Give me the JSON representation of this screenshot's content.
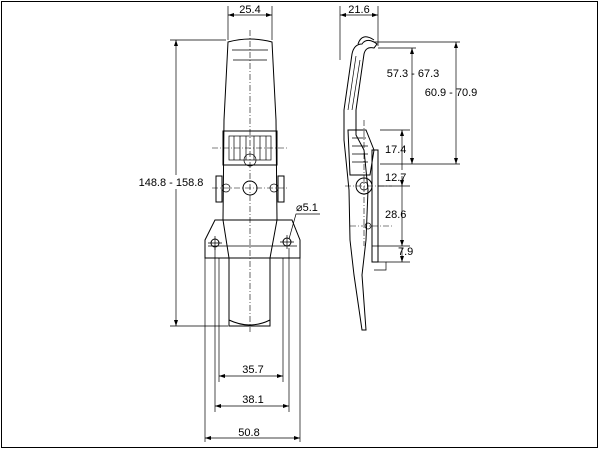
{
  "drawing": {
    "front_view": {
      "dim_top_width": "25.4",
      "dim_overall_height": "148.8 - 158.8",
      "dim_hole": "⌀5.1",
      "dim_width_a": "35.7",
      "dim_width_b": "38.1",
      "dim_width_c": "50.8"
    },
    "side_view": {
      "dim_depth": "21.6",
      "dim_reach_a": "57.3 - 67.3",
      "dim_reach_b": "60.9 - 70.9",
      "dim_d1": "17.4",
      "dim_d2": "12.7",
      "dim_d3": "28.6",
      "dim_d4": "7.9"
    }
  }
}
